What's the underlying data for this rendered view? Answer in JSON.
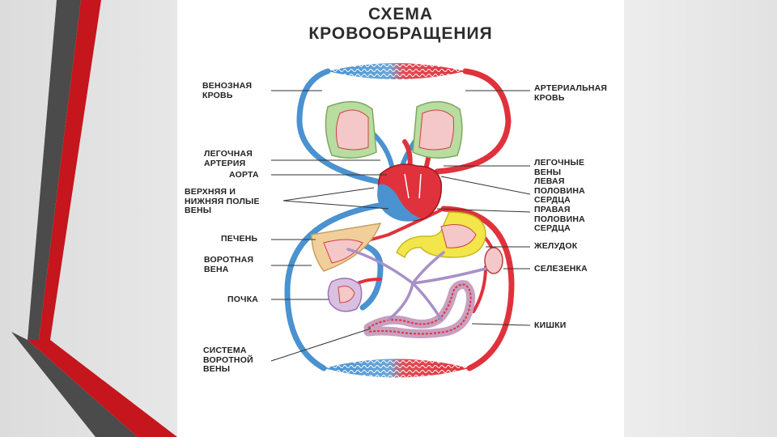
{
  "title": {
    "line1": "СХЕМА",
    "line2": "КРОВООБРАЩЕНИЯ"
  },
  "labels": {
    "venous_blood": "ВЕНОЗНАЯ\nКРОВЬ",
    "arterial_blood": "АРТЕРИАЛЬНАЯ\nКРОВЬ",
    "pulmonary_artery": "ЛЕГОЧНАЯ\nАРТЕРИЯ",
    "aorta": "АОРТА",
    "vena_cava": "ВЕРХНЯЯ И\nНИЖНЯЯ ПОЛЫЕ\nВЕНЫ",
    "liver": "ПЕЧЕНЬ",
    "portal_vein": "ВОРОТНАЯ\nВЕНА",
    "kidney": "ПОЧКА",
    "portal_system": "СИСТЕМА\nВОРОТНОЙ\nВЕНЫ",
    "pulmonary_veins": "ЛЕГОЧНЫЕ\nВЕНЫ",
    "left_heart": "ЛЕВАЯ\nПОЛОВИНА\nСЕРДЦА",
    "right_heart": "ПРАВАЯ\nПОЛОВИНА\nСЕРДЦА",
    "stomach": "ЖЕЛУДОК",
    "spleen": "СЕЛЕЗЕНКА",
    "intestines": "КИШКИ"
  },
  "colors": {
    "artery": "#e0323c",
    "vein": "#4a92d0",
    "portal": "#a890c8",
    "lung": "#b9dca0",
    "liver": "#f0cf9a",
    "stomach": "#f2e64a",
    "deco_red": "#c4161c",
    "deco_dark": "#4a4a4a"
  }
}
